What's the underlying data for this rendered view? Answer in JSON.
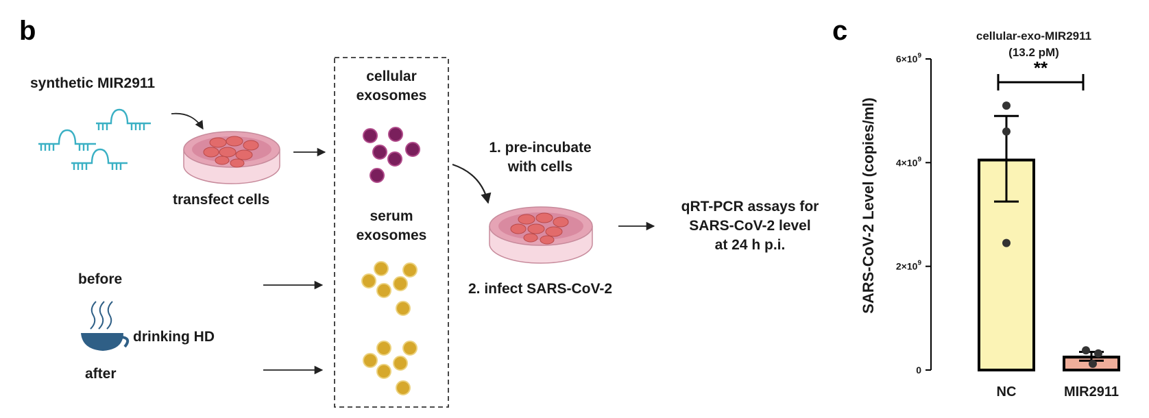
{
  "panel_b": {
    "label": "b",
    "synthetic": "synthetic MIR2911",
    "transfect": "transfect cells",
    "cellular_line1": "cellular",
    "cellular_line2": "exosomes",
    "serum_line1": "serum",
    "serum_line2": "exosomes",
    "preincubate_line1": "1. pre-incubate",
    "preincubate_line2": "with cells",
    "infect": "2. infect SARS-CoV-2",
    "qrt_line1": "qRT-PCR assays for",
    "qrt_line2": "SARS-CoV-2 level",
    "qrt_line3": "at 24 h p.i.",
    "before": "before",
    "drinking": "drinking HD",
    "after": "after",
    "colors": {
      "rna": "#3ab0c4",
      "cellular_exosome": "#7a1f5c",
      "serum_exosome": "#d6a82c",
      "dish_medium": "#d98aa0",
      "cell": "#e26b6b",
      "cup": "#2f5f86"
    }
  },
  "panel_c": {
    "label": "c",
    "title_line1": "cellular-exo-MIR2911",
    "title_line2": "(13.2 pM)",
    "significance": "**",
    "y_ticks": [
      {
        "value": 0,
        "label": "0"
      },
      {
        "value": 2,
        "label": "2×10",
        "exp": "9"
      },
      {
        "value": 4,
        "label": "4×10",
        "exp": "9"
      },
      {
        "value": 6,
        "label": "6×10",
        "exp": "9"
      }
    ]
  },
  "chart_data": {
    "type": "bar",
    "title": "cellular-exo-MIR2911 (13.2 pM)",
    "categories": [
      "NC",
      "MIR2911"
    ],
    "ylabel": "SARS-CoV-2 Level (copies/ml)",
    "xlabel": "",
    "y_unit_multiplier": 1000000000,
    "ylim": [
      0,
      6
    ],
    "grid": false,
    "values": [
      4.05,
      0.25
    ],
    "error_upper": [
      4.9,
      0.35
    ],
    "error_lower": [
      3.25,
      0.18
    ],
    "points": [
      [
        5.1,
        4.6,
        2.45
      ],
      [
        0.38,
        0.32,
        0.12
      ]
    ],
    "bar_colors": [
      "#fbf3b5",
      "#f0ae9a"
    ],
    "annotations": [
      "**"
    ]
  }
}
